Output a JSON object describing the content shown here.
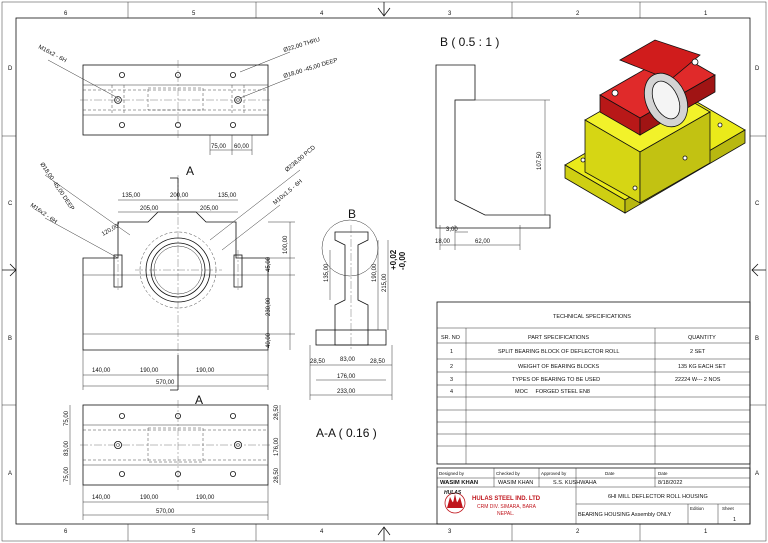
{
  "zones": {
    "columns": [
      "6",
      "5",
      "4",
      "3",
      "2",
      "1"
    ],
    "rows": [
      "D",
      "C",
      "B",
      "A"
    ]
  },
  "views": {
    "detail_label": "B ( 0.5 : 1 )",
    "section_label": "A-A ( 0.16 )",
    "section_marker": "A",
    "detail_marker": "B"
  },
  "callouts": {
    "m16_top": "M16x2 - 6H",
    "thru": "Ø22,00 THRU",
    "deep18": "Ø18,00 -45,00 DEEP",
    "pcd": "Ø238,00 PCD",
    "deep_left": "Ø18,00 -45,00 DEEP",
    "m16_left": "M16x2 - 6H",
    "m10": "M10x1.5 - 6H",
    "angle": "120,00°"
  },
  "dims": {
    "top_75": "75,00",
    "top_60": "60,00",
    "d135a": "135,00",
    "d200": "200,00",
    "d135b": "135,00",
    "d205a": "205,00",
    "d205b": "205,00",
    "d100": "100,00",
    "d45": "45,00",
    "d230": "230,00",
    "d40": "40,00",
    "d140": "140,00",
    "d190a": "190,00",
    "d190b": "190,00",
    "d570": "570,00",
    "s135": "135,00",
    "s215": "215,00",
    "s190": "190,00",
    "tol_plus": "+0,02",
    "tol_minus": "-0,00",
    "s28a": "28,50",
    "s83": "83,00",
    "s28b": "28,50",
    "s176": "176,00",
    "s233": "233,00",
    "b107": "107,50",
    "b3": "3,00",
    "b18": "18,00",
    "b62": "62,00",
    "p75": "75,00",
    "p83": "83,00",
    "p75b": "75,00",
    "p28a": "28,50",
    "p176": "176,00",
    "p28b": "28,50",
    "p140": "140,00",
    "p190a": "190,00",
    "p190b": "190,00",
    "p570": "570,00"
  },
  "specs": {
    "title": "TECHNICAL SPECIFICATIONS",
    "headers": [
      "SR. NO",
      "PART SPECIFICATIONS",
      "QUANTITY"
    ],
    "rows": [
      [
        "1",
        "SPLIT BEARING BLOCK OF DEFLECTOR ROLL",
        "2 SET"
      ],
      [
        "2",
        "WEIGHT OF BEARING BLOCKS",
        "135 KG EACH SET"
      ],
      [
        "3",
        "TYPES OF BEARING TO BE USED",
        "22224 W--- 2 NOS"
      ],
      [
        "4",
        "MOC     FORGED STEEL EN8",
        ""
      ]
    ]
  },
  "title_block": {
    "designed_by_label": "Designed by",
    "designed_by": "WASIM KHAN",
    "checked_by_label": "Checked by",
    "checked_by": "WASIM KHAN",
    "approved_by_label": "Approved by",
    "approved_by": "S.S. KUSHWAHA",
    "date_label": "Date",
    "date_label2": "Date",
    "date": "8/18/2022",
    "company": "HULAS STEEL IND. LTD",
    "division": "CRM DIV. SIMARA, BARA",
    "country": "NEPAL.",
    "logo_text": "HULAS",
    "drawing_title": "6HI MILL DEFLECTOR ROLL HOUSING",
    "drawing_subtitle": "BEARING HOUSING Assembly ONLY",
    "edition_label": "Edition",
    "sheet_label": "Sheet",
    "sheet_no": "1"
  },
  "colors": {
    "cap_red": "#d01c1c",
    "base_yellow": "#eaea1a",
    "logo_red": "#c0161d"
  }
}
